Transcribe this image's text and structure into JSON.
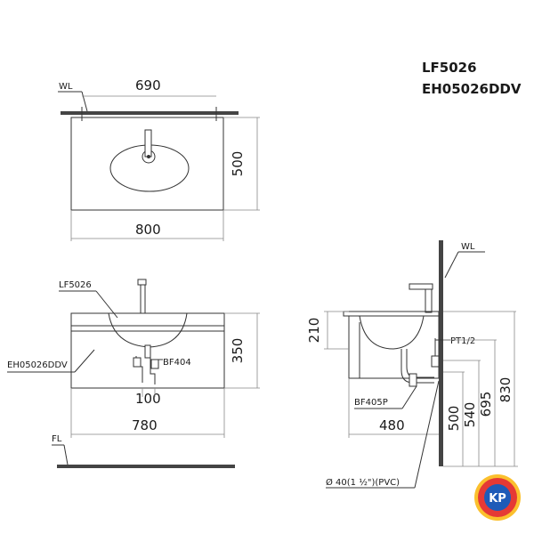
{
  "models": {
    "line1": "LF5026",
    "line2": "EH05026DDV"
  },
  "top_view": {
    "wl_label": "WL",
    "width_top": "690",
    "width_bottom": "800",
    "depth": "500"
  },
  "front_view": {
    "basin_label": "LF5026",
    "cabinet_label": "EH05026DDV",
    "fl_label": "FL",
    "drain_label": "BF404",
    "height": "350",
    "drain_offset": "100",
    "cabinet_width": "780"
  },
  "side_view": {
    "wl_label": "WL",
    "basin_height": "210",
    "pipe_label": "PT1/2",
    "trap_label": "BF405P",
    "depth": "480",
    "dim_500": "500",
    "dim_540": "540",
    "dim_695": "695",
    "dim_830": "830",
    "pipe_spec": "Ø  40(1 ½\")(PVC)"
  },
  "logo": {
    "text": "KP",
    "colors": [
      "#e53935",
      "#fbc02d",
      "#1e5bb8"
    ]
  }
}
